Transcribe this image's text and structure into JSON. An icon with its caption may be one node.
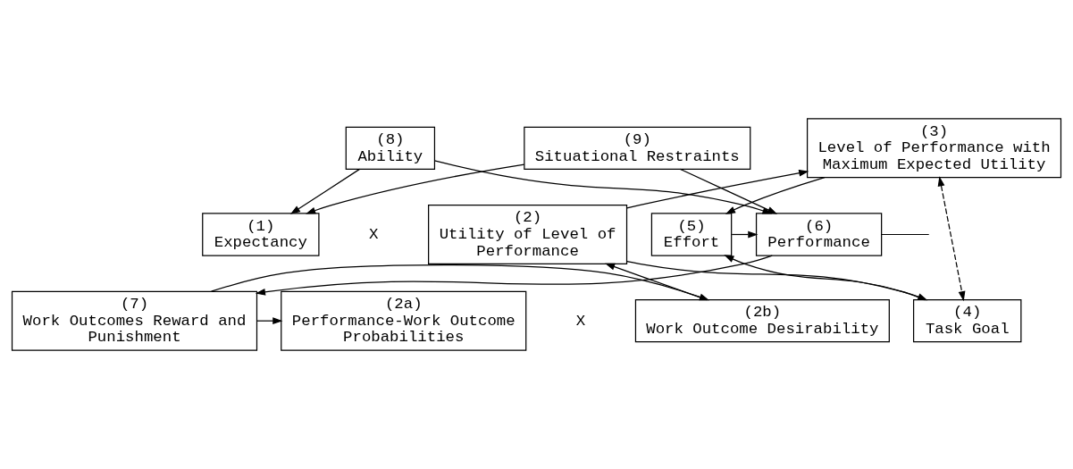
{
  "diagram": {
    "nodes": [
      {
        "text": [
          "(9)",
          "Situational Restraints"
        ]
      },
      {
        "text": [
          "(8)",
          "Ability"
        ]
      },
      {
        "text": [
          "(3)",
          "Level of Performance with Maximum Expected Utility"
        ]
      },
      {
        "text": [
          "(1)",
          "Expectancy"
        ]
      },
      {
        "text": [
          "(2)",
          "Utility of Level of Performance"
        ]
      },
      {
        "text": [
          "(5)",
          "Effort"
        ]
      },
      {
        "text": [
          "(6)",
          "Performance"
        ]
      },
      {
        "text": [
          "(4)",
          "Task Goal"
        ]
      },
      {
        "text": [
          "(2a)",
          "Performance-Work Outcome Probabilities"
        ]
      },
      {
        "text": [
          "(2b)",
          "Work Outcome Desirability"
        ]
      },
      {
        "text": [
          "(7)",
          "Work Outcomes Reward and Punishment"
        ]
      }
    ],
    "edges": [
      {
        "from": 0,
        "to": 3,
        "arrow": "to"
      },
      {
        "from": 1,
        "to": 3,
        "arrow": "to"
      },
      {
        "from": 0,
        "to": 6,
        "arrow": "to"
      },
      {
        "from": 1,
        "to": 6,
        "arrow": "to"
      },
      {
        "from": 2,
        "to": 5,
        "arrow": "to"
      },
      {
        "from": 4,
        "to": 2,
        "arrow": "to"
      },
      {
        "from": 2,
        "to": 7,
        "arrow": "both",
        "style": "dashed"
      },
      {
        "from": 4,
        "to": 7,
        "arrow": "to"
      },
      {
        "from": 7,
        "to": 5,
        "arrow": "to"
      },
      {
        "from": 5,
        "to": 6,
        "arrow": "to"
      },
      {
        "from": 6,
        "to": null,
        "arrow": "none"
      },
      {
        "from": 6,
        "to": 10,
        "arrow": "to"
      },
      {
        "from": 10,
        "to": 8,
        "arrow": "to"
      },
      {
        "from": 10,
        "to": 9,
        "arrow": "to"
      },
      {
        "from": 9,
        "to": 4,
        "arrow": "to"
      }
    ],
    "labels": [
      "X",
      "X"
    ]
  }
}
